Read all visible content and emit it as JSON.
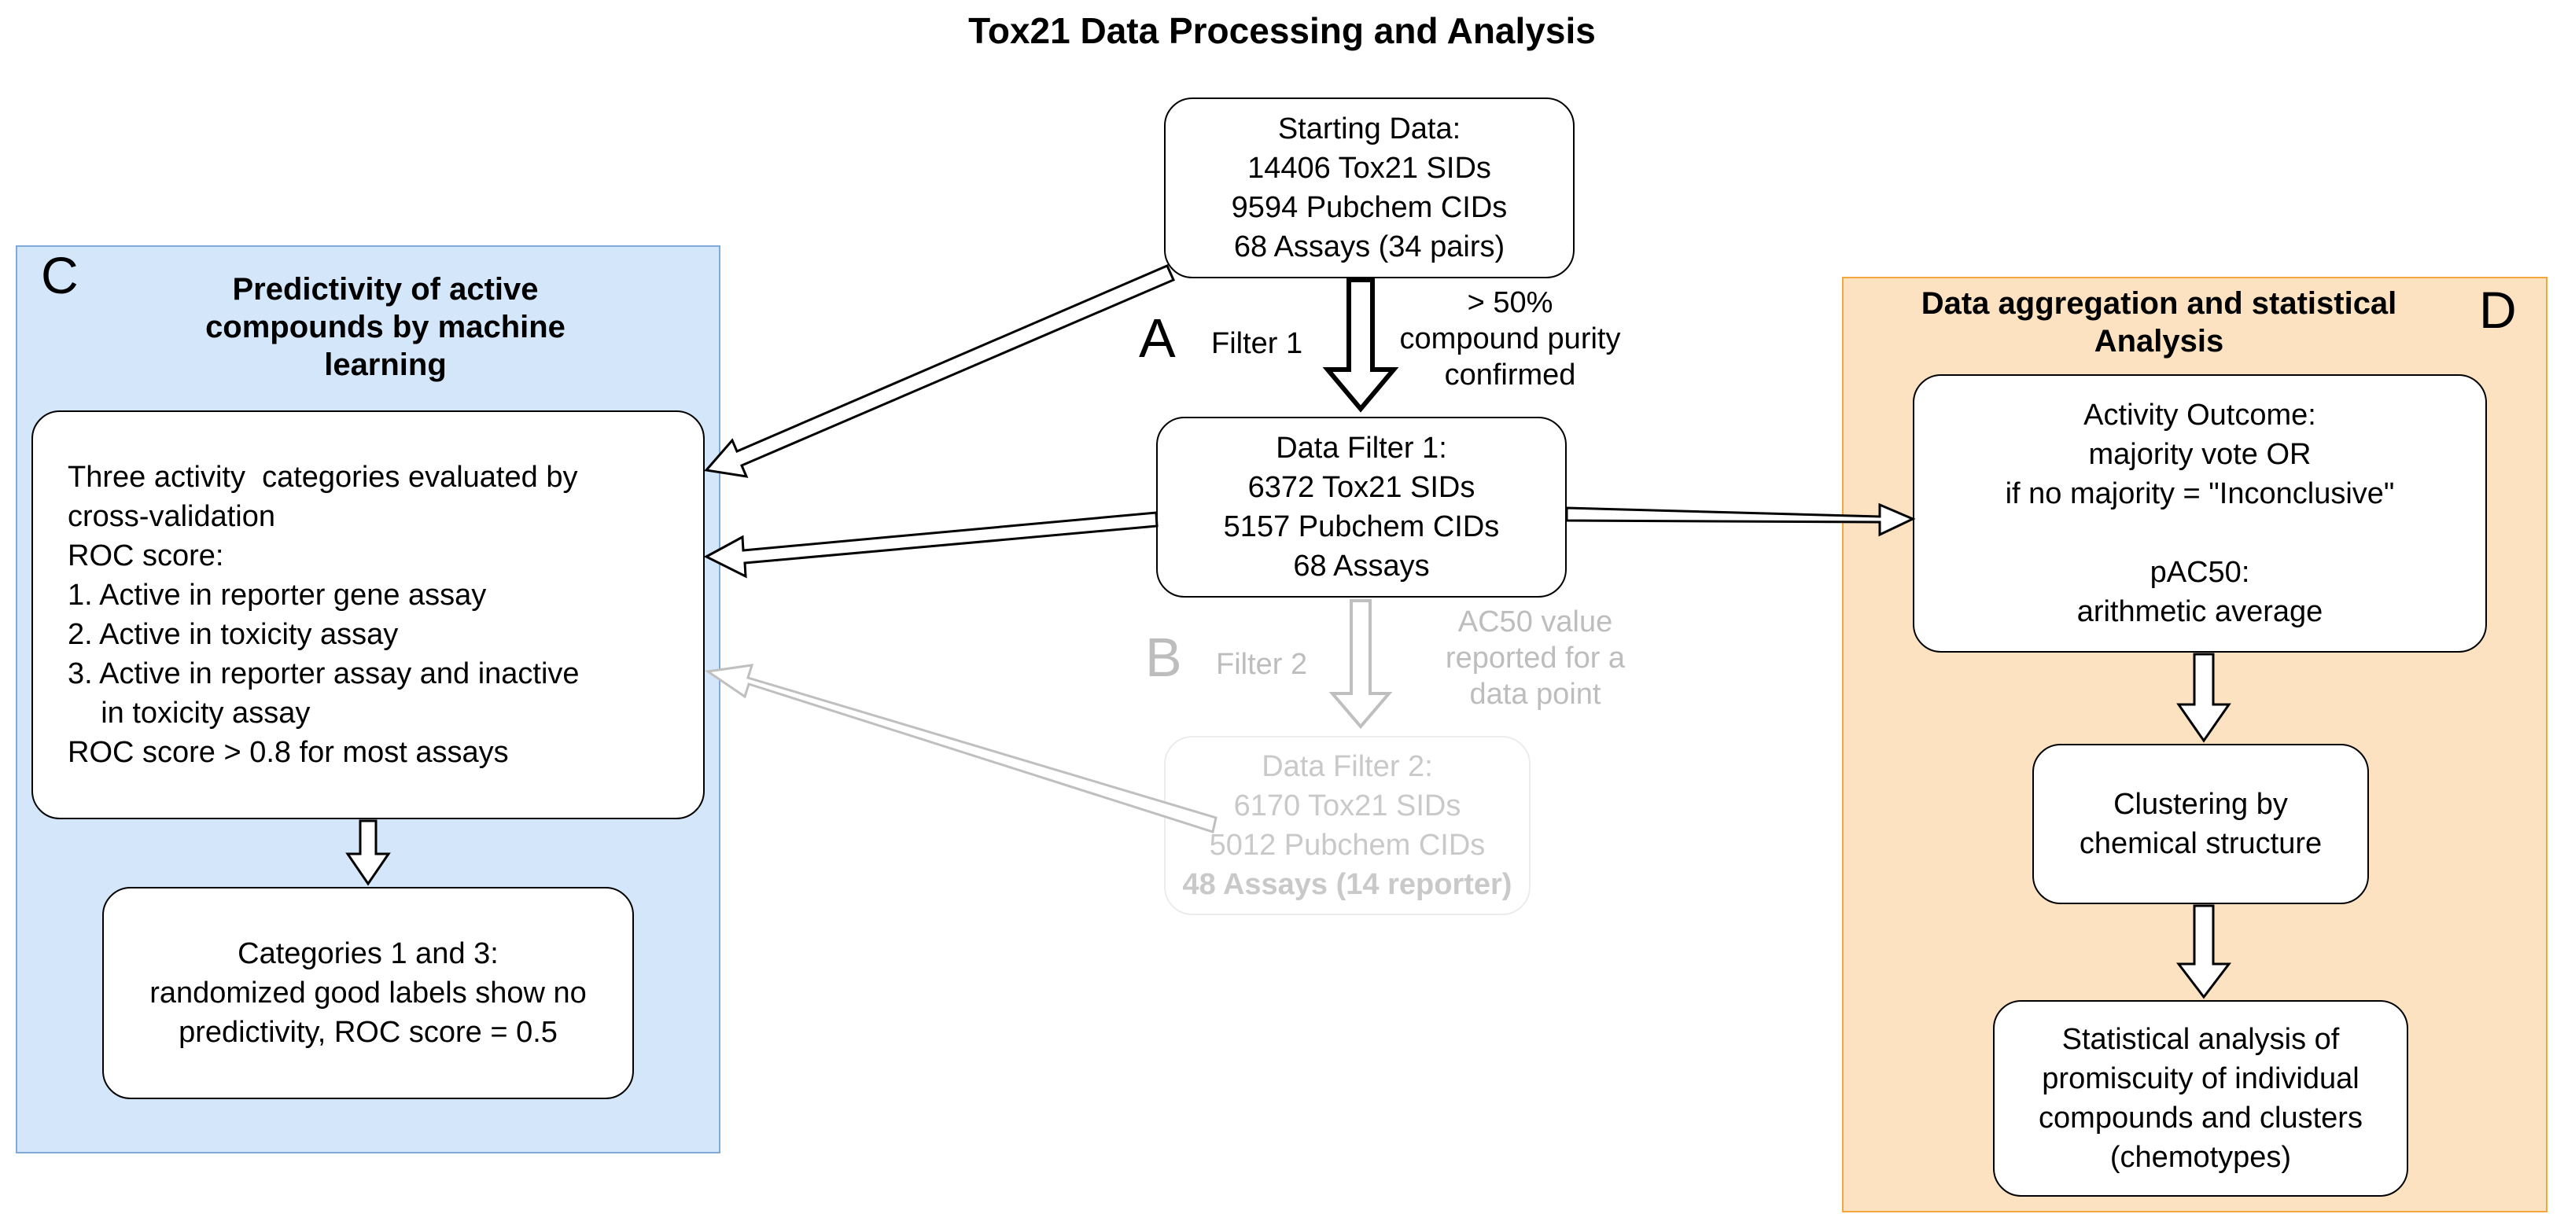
{
  "title": "Tox21 Data Processing and Analysis",
  "panel_c": {
    "letter": "C",
    "title_lines": [
      "Predictivity of active",
      "compounds by machine",
      "learning"
    ],
    "box_main_lines": [
      "Three activity  categories evaluated by",
      "cross-validation",
      "ROC score:",
      "1. Active in reporter gene assay",
      "2. Active in toxicity assay",
      "3. Active in reporter assay and inactive",
      "    in toxicity assay",
      "ROC score > 0.8 for most assays"
    ],
    "box_bottom_lines": [
      "Categories 1 and 3:",
      "randomized good labels show no",
      "predictivity, ROC score = 0.5"
    ]
  },
  "center": {
    "starting_lines": [
      "Starting Data:",
      "14406 Tox21 SIDs",
      "9594 Pubchem CIDs",
      "68 Assays (34 pairs)"
    ],
    "letter_a": "A",
    "filter1_label": "Filter 1",
    "filter1_note_lines": [
      "> 50%",
      "compound purity",
      "confirmed"
    ],
    "filter1_box_lines": [
      "Data Filter 1:",
      "6372 Tox21 SIDs",
      "5157 Pubchem CIDs",
      "68 Assays"
    ],
    "letter_b": "B",
    "filter2_label": "Filter 2",
    "filter2_note_lines": [
      "AC50 value",
      "reported for a",
      "data point"
    ],
    "filter2_box_lines": [
      "Data Filter 2:",
      "6170 Tox21 SIDs",
      "5012 Pubchem CIDs",
      "48 Assays (14 reporter)"
    ]
  },
  "panel_d": {
    "letter": "D",
    "title_lines": [
      "Data aggregation and statistical",
      "Analysis"
    ],
    "box_activity_lines": [
      "Activity Outcome:",
      "majority vote OR",
      "if no majority = \"Inconclusive\"",
      "",
      "pAC50:",
      "arithmetic average"
    ],
    "box_cluster_lines": [
      "Clustering by",
      "chemical structure"
    ],
    "box_stats_lines": [
      "Statistical analysis of",
      "promiscuity of individual",
      "compounds and clusters",
      "(chemotypes)"
    ]
  },
  "colors": {
    "panel_c_fill": "#d3e6fa",
    "panel_d_fill": "#fde2c2",
    "faded": "#c9c9c9"
  }
}
